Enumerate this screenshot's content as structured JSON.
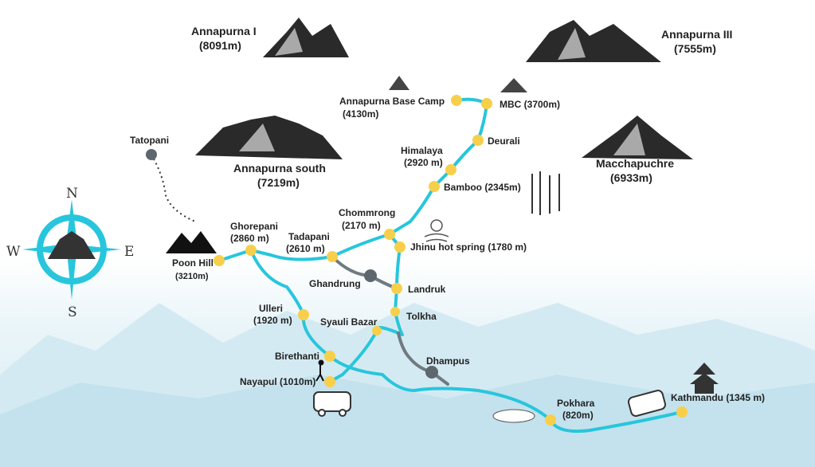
{
  "peaks": [
    {
      "name": "Annapurna I",
      "height": "(8091m)"
    },
    {
      "name": "Annapurna III",
      "height": "(7555m)"
    },
    {
      "name": "Annapurna south",
      "height": "(7219m)"
    },
    {
      "name": "Macchapuchre",
      "height": "(6933m)"
    }
  ],
  "stops": {
    "abc": {
      "name": "Annapurna Base Camp",
      "alt": "(4130m)"
    },
    "mbc": "MBC (3700m)",
    "deurali": "Deurali",
    "himalaya": {
      "name": "Himalaya",
      "alt": "(2920 m)"
    },
    "bamboo": "Bamboo (2345m)",
    "chommrong": {
      "name": "Chommrong",
      "alt": "(2170 m)"
    },
    "jhinu": "Jhinu hot spring (1780 m)",
    "tadapani": {
      "name": "Tadapani",
      "alt": "(2610 m)"
    },
    "ghorepani": {
      "name": "Ghorepani",
      "alt": "(2860 m)"
    },
    "poonhill": {
      "name": "Poon Hill",
      "alt": "(3210m)"
    },
    "tatopani": "Tatopani",
    "ghandrung": "Ghandrung",
    "landruk": "Landruk",
    "tolkha": "Tolkha",
    "syauli": "Syauli Bazar",
    "ulleri": {
      "name": "Ulleri",
      "alt": "(1920 m)"
    },
    "birethanti": "Birethanti",
    "nayapul": "Nayapul (1010m)",
    "dhampus": "Dhampus",
    "pokhara": {
      "name": "Pokhara",
      "alt": "(820m)"
    },
    "kathmandu": "Kathmandu (1345 m)"
  },
  "compass": {
    "n": "N",
    "s": "S",
    "e": "E",
    "w": "W"
  },
  "colors": {
    "trail": "#27c6dc",
    "stop": "#f8cf4a",
    "road": "#707a80"
  }
}
